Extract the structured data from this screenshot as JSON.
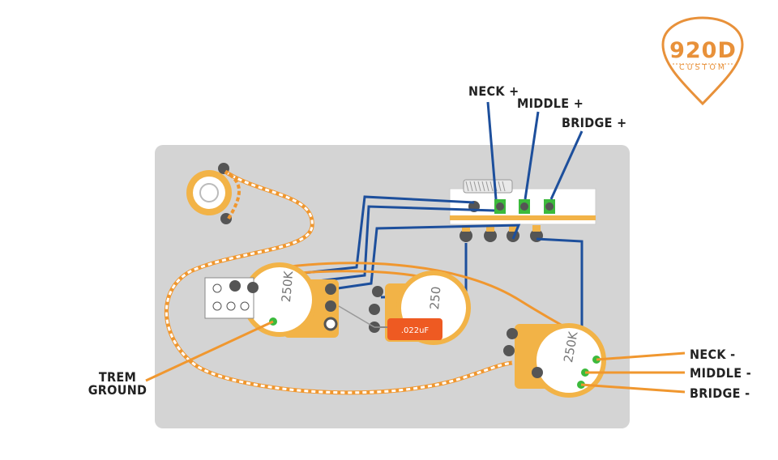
{
  "logo": {
    "main": "920D",
    "sub": "CUSTOM"
  },
  "labels": {
    "neck_plus": "NECK +",
    "middle_plus": "MIDDLE +",
    "bridge_plus": "BRIDGE +",
    "neck_minus": "NECK -",
    "middle_minus": "MIDDLE -",
    "bridge_minus": "BRIDGE -",
    "trem_ground_1": "TREM",
    "trem_ground_2": "GROUND"
  },
  "components": {
    "volume_pot": "250K",
    "tone_pot": "250",
    "tone_pot_2": "250K",
    "capacitor": ".022uF"
  },
  "colors": {
    "wire_orange": "#f0972f",
    "wire_blue": "#1d4f9c",
    "wire_white": "#ffffff",
    "pickup_green": "#3cba3c",
    "plate": "#d4d4d4",
    "pot_body": "#f2b347",
    "cap_body": "#ee5a22",
    "logo_orange": "#e8913a"
  }
}
